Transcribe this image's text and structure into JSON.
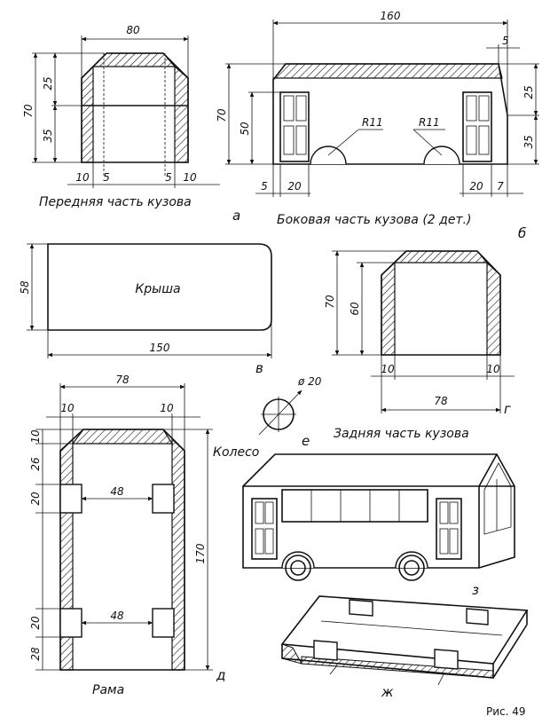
{
  "figure_label": "Рис. 49",
  "front": {
    "caption": "Передняя часть кузова",
    "letter": "а",
    "dims": {
      "width": "80",
      "height": "70",
      "top": "25",
      "bottom": "35",
      "l1": "10",
      "l2": "5",
      "r1": "5",
      "r2": "10"
    }
  },
  "side": {
    "caption": "Боковая часть кузова (2 дет.)",
    "letter": "б",
    "dims": {
      "length": "160",
      "slope": "5",
      "height": "70",
      "lower": "50",
      "rh_top": "25",
      "rh_bottom": "35",
      "r_left": "R11",
      "r_right": "R11",
      "b_l1": "5",
      "b_l2": "20",
      "b_r1": "20",
      "b_r2": "7"
    }
  },
  "roof": {
    "label": "Крыша",
    "letter": "в",
    "dims": {
      "length": "150",
      "height": "58"
    }
  },
  "rear": {
    "caption": "Задняя часть кузова",
    "letter": "г",
    "dims": {
      "height": "70",
      "inner": "60",
      "left": "10",
      "right": "10",
      "width": "78"
    }
  },
  "frame": {
    "caption": "Рама",
    "letter": "д",
    "dims": {
      "width": "78",
      "top_l": "10",
      "top_r": "10",
      "v10": "10",
      "v26": "26",
      "v20a": "20",
      "cross1": "48",
      "total": "170",
      "v20b": "20",
      "cross2": "48",
      "v28": "28"
    }
  },
  "wheel": {
    "label": "Колесо",
    "letter": "е",
    "dim": "ø 20"
  },
  "assembly": {
    "letter": "ж"
  },
  "bus": {
    "letter": "з"
  }
}
